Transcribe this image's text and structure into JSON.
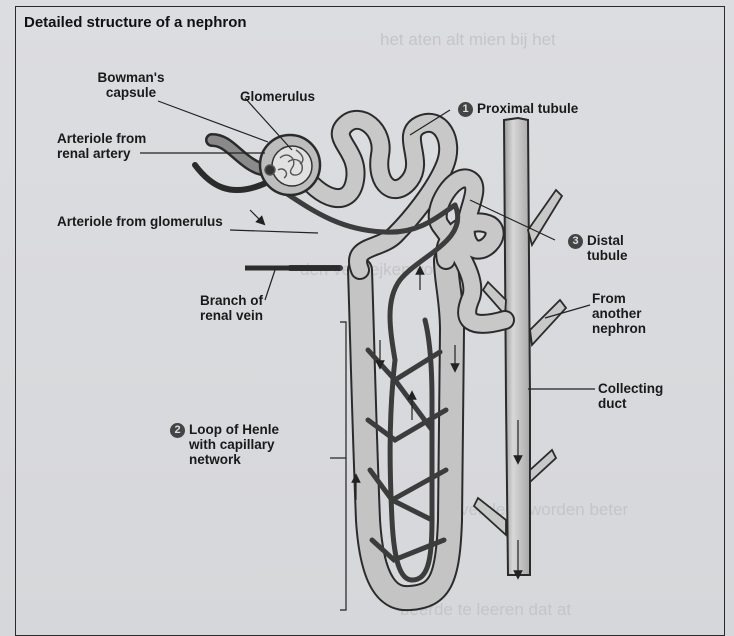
{
  "title": "Detailed structure of a nephron",
  "labels": {
    "bowmans_capsule": "Bowman's capsule",
    "glomerulus": "Glomerulus",
    "proximal_tubule_num": "1",
    "proximal_tubule": "Proximal tubule",
    "arteriole_from_renal_artery": "Arteriole from renal artery",
    "arteriole_from_glomerulus": "Arteriole from glomerulus",
    "distal_tubule_num": "3",
    "distal_tubule": "Distal tubule",
    "branch_of_renal_vein": "Branch of renal vein",
    "from_another_nephron": "From another nephron",
    "collecting_duct": "Collecting duct",
    "loop_of_henle_num": "2",
    "loop_of_henle": "Loop of Henle with capillary network"
  },
  "colors": {
    "tubule_fill": "#c4c4c4",
    "tubule_outline": "#2b2b2b",
    "vessel": "#3c3c3c",
    "frame": "#2a2a2a"
  }
}
